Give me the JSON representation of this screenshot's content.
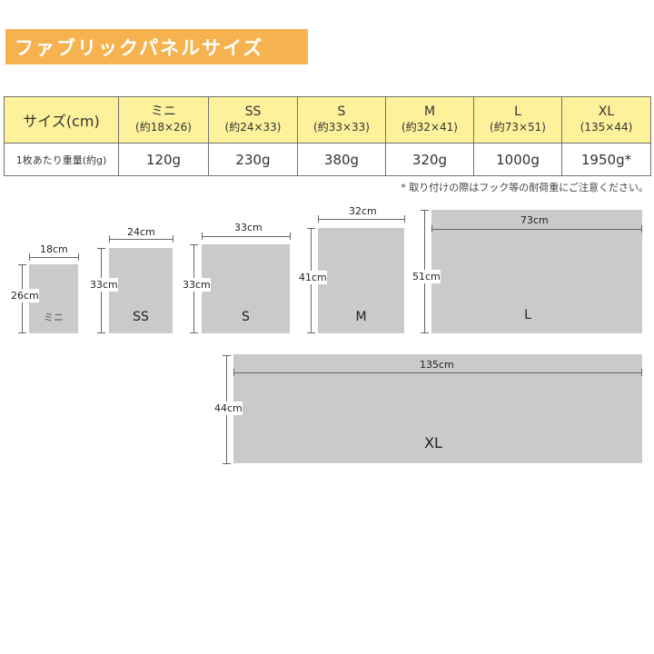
{
  "title": "ファブリックパネルサイズ",
  "table": {
    "header_label": "サイズ(cm)",
    "weight_label": "1枚あたり重量(約g)",
    "columns": [
      {
        "name": "ミニ",
        "dims": "(約18×26)",
        "weight": "120g"
      },
      {
        "name": "SS",
        "dims": "(約24×33)",
        "weight": "230g"
      },
      {
        "name": "S",
        "dims": "(約33×33)",
        "weight": "380g"
      },
      {
        "name": "M",
        "dims": "(約32×41)",
        "weight": "320g"
      },
      {
        "name": "L",
        "dims": "(約73×51)",
        "weight": "1000g"
      },
      {
        "name": "XL",
        "dims": "(135×44)",
        "weight": "1950g*"
      }
    ]
  },
  "note": "* 取り付けの際はフック等の耐荷重にご注意ください。",
  "diagram": {
    "panels": [
      {
        "label": "ミニ",
        "width_label": "18cm",
        "height_label": "26cm"
      },
      {
        "label": "SS",
        "width_label": "24cm",
        "height_label": "33cm"
      },
      {
        "label": "S",
        "width_label": "33cm",
        "height_label": "33cm"
      },
      {
        "label": "M",
        "width_label": "32cm",
        "height_label": "41cm"
      },
      {
        "label": "L",
        "width_label": "73cm",
        "height_label": "51cm"
      },
      {
        "label": "XL",
        "width_label": "135cm",
        "height_label": "44cm"
      }
    ]
  },
  "colors": {
    "banner": "#f6b24e",
    "table_header": "#fdf29b",
    "panel_fill": "#cacaca",
    "border": "#707070"
  }
}
